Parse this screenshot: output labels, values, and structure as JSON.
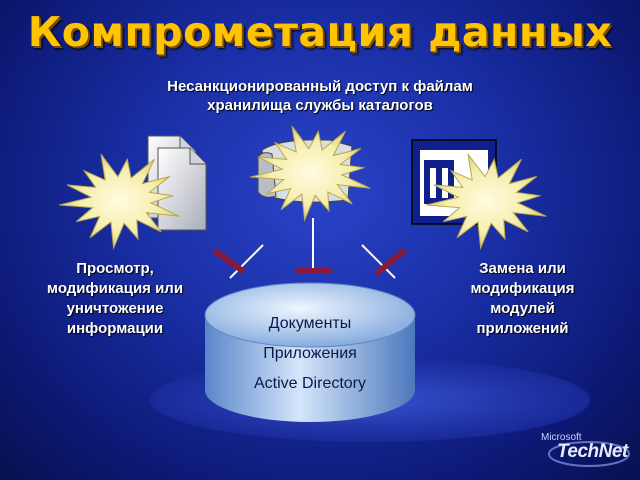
{
  "title": "Компрометация данных",
  "subtitle": {
    "line1": "Несанкционированный доступ к файлам",
    "line2": "хранилища службы каталогов"
  },
  "left_label": [
    "Просмотр,",
    "модификация или",
    "уничтожение",
    "информации"
  ],
  "right_label": [
    "Замена или",
    "модификация",
    "модулей",
    "приложений"
  ],
  "database": {
    "items": [
      "Документы",
      "Приложения",
      "Active Directory"
    ]
  },
  "logo": {
    "company": "Microsoft",
    "product": "TechNet"
  },
  "colors": {
    "title": "#ffc400",
    "starburst": "#f5efb0",
    "barrier": "#8b1a3a",
    "cylinder": "#8fb6e8"
  }
}
